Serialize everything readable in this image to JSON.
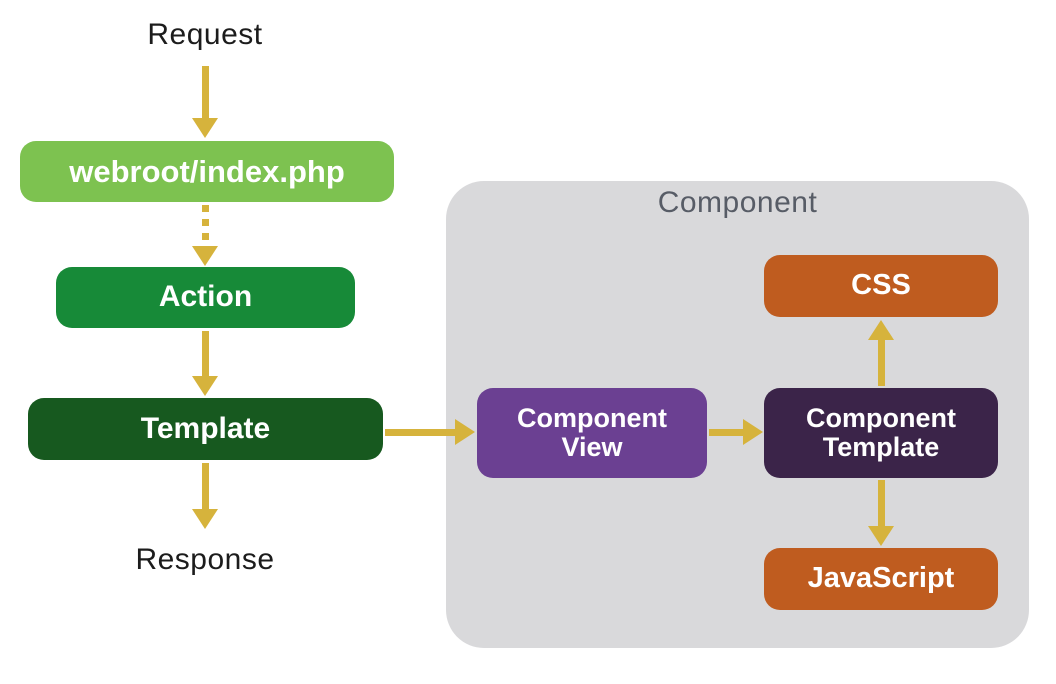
{
  "theme": {
    "background": "#ffffff",
    "arrow": "#d6b33c",
    "green-light": "#7dc250",
    "green-mid": "#178a38",
    "green-dark": "#17591f",
    "purple-mid": "#6b4092",
    "purple-dark": "#3b2449",
    "orange": "#bf5c1f",
    "panel-gray": "#d9d9db",
    "panel-title": "#575c66",
    "text-dark": "#1c1c1c"
  },
  "nodes": {
    "request": {
      "label": "Request"
    },
    "webroot": {
      "label": "webroot/index.php"
    },
    "action": {
      "label": "Action"
    },
    "template": {
      "label": "Template"
    },
    "response": {
      "label": "Response"
    },
    "component_panel": {
      "label": "Component"
    },
    "component_view": {
      "label": "Component View"
    },
    "component_template": {
      "label": "Component Template"
    },
    "css": {
      "label": "CSS"
    },
    "javascript": {
      "label": "JavaScript"
    }
  },
  "edges": [
    {
      "from": "Request",
      "to": "webroot/index.php",
      "style": "solid",
      "direction": "down"
    },
    {
      "from": "webroot/index.php",
      "to": "Action",
      "style": "dotted",
      "direction": "down"
    },
    {
      "from": "Action",
      "to": "Template",
      "style": "solid",
      "direction": "down"
    },
    {
      "from": "Template",
      "to": "Response",
      "style": "solid",
      "direction": "down"
    },
    {
      "from": "Template",
      "to": "Component View",
      "style": "solid",
      "direction": "right"
    },
    {
      "from": "Component View",
      "to": "Component Template",
      "style": "solid",
      "direction": "right"
    },
    {
      "from": "Component Template",
      "to": "CSS",
      "style": "solid",
      "direction": "up"
    },
    {
      "from": "Component Template",
      "to": "JavaScript",
      "style": "solid",
      "direction": "down"
    }
  ]
}
